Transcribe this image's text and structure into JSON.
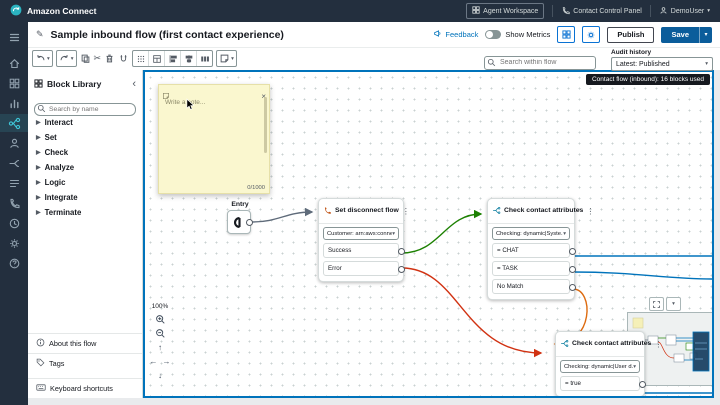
{
  "topbar": {
    "brand": "Amazon Connect",
    "agent_workspace": "Agent Workspace",
    "ccp": "Contact Control Panel",
    "user": "DemoUser"
  },
  "header": {
    "title": "Sample inbound flow (first contact experience)",
    "feedback_label": "Feedback",
    "metrics_label": "Show Metrics",
    "publish_label": "Publish",
    "save_label": "Save",
    "audit_label": "Audit history",
    "audit_value": "Latest: Published"
  },
  "toolbar": {
    "search_placeholder": "Search within flow"
  },
  "library": {
    "title": "Block Library",
    "search_placeholder": "Search by name",
    "categories": [
      "Interact",
      "Set",
      "Check",
      "Analyze",
      "Logic",
      "Integrate",
      "Terminate"
    ],
    "footer": [
      "About this flow",
      "Tags",
      "Keyboard shortcuts"
    ]
  },
  "canvas": {
    "badge": "Contact flow (inbound): 16 blocks used",
    "zoom": "100%",
    "note_placeholder": "Write a note...",
    "note_counter": "0/1000",
    "entry_label": "Entry",
    "blocks": [
      {
        "title": "Set disconnect flow",
        "param": "Customer: arn:aws:connec...",
        "outputs": [
          "Success",
          "Error"
        ]
      },
      {
        "title": "Check contact attributes",
        "param": "Checking: dynamic|Syste...",
        "outputs": [
          "= CHAT",
          "= TASK",
          "No Match"
        ]
      },
      {
        "title": "Check contact attributes",
        "param": "Checking: dynamic|User d...",
        "outputs": [
          "= true"
        ]
      }
    ]
  },
  "colors": {
    "topbar": "#232f3e",
    "accent_blue": "#0073bb",
    "primary_button": "#0b5d9b",
    "success_green": "#1d8102",
    "error_red": "#d13212",
    "branch_orange": "#dd6b10",
    "note_yellow": "#faf7cf"
  }
}
